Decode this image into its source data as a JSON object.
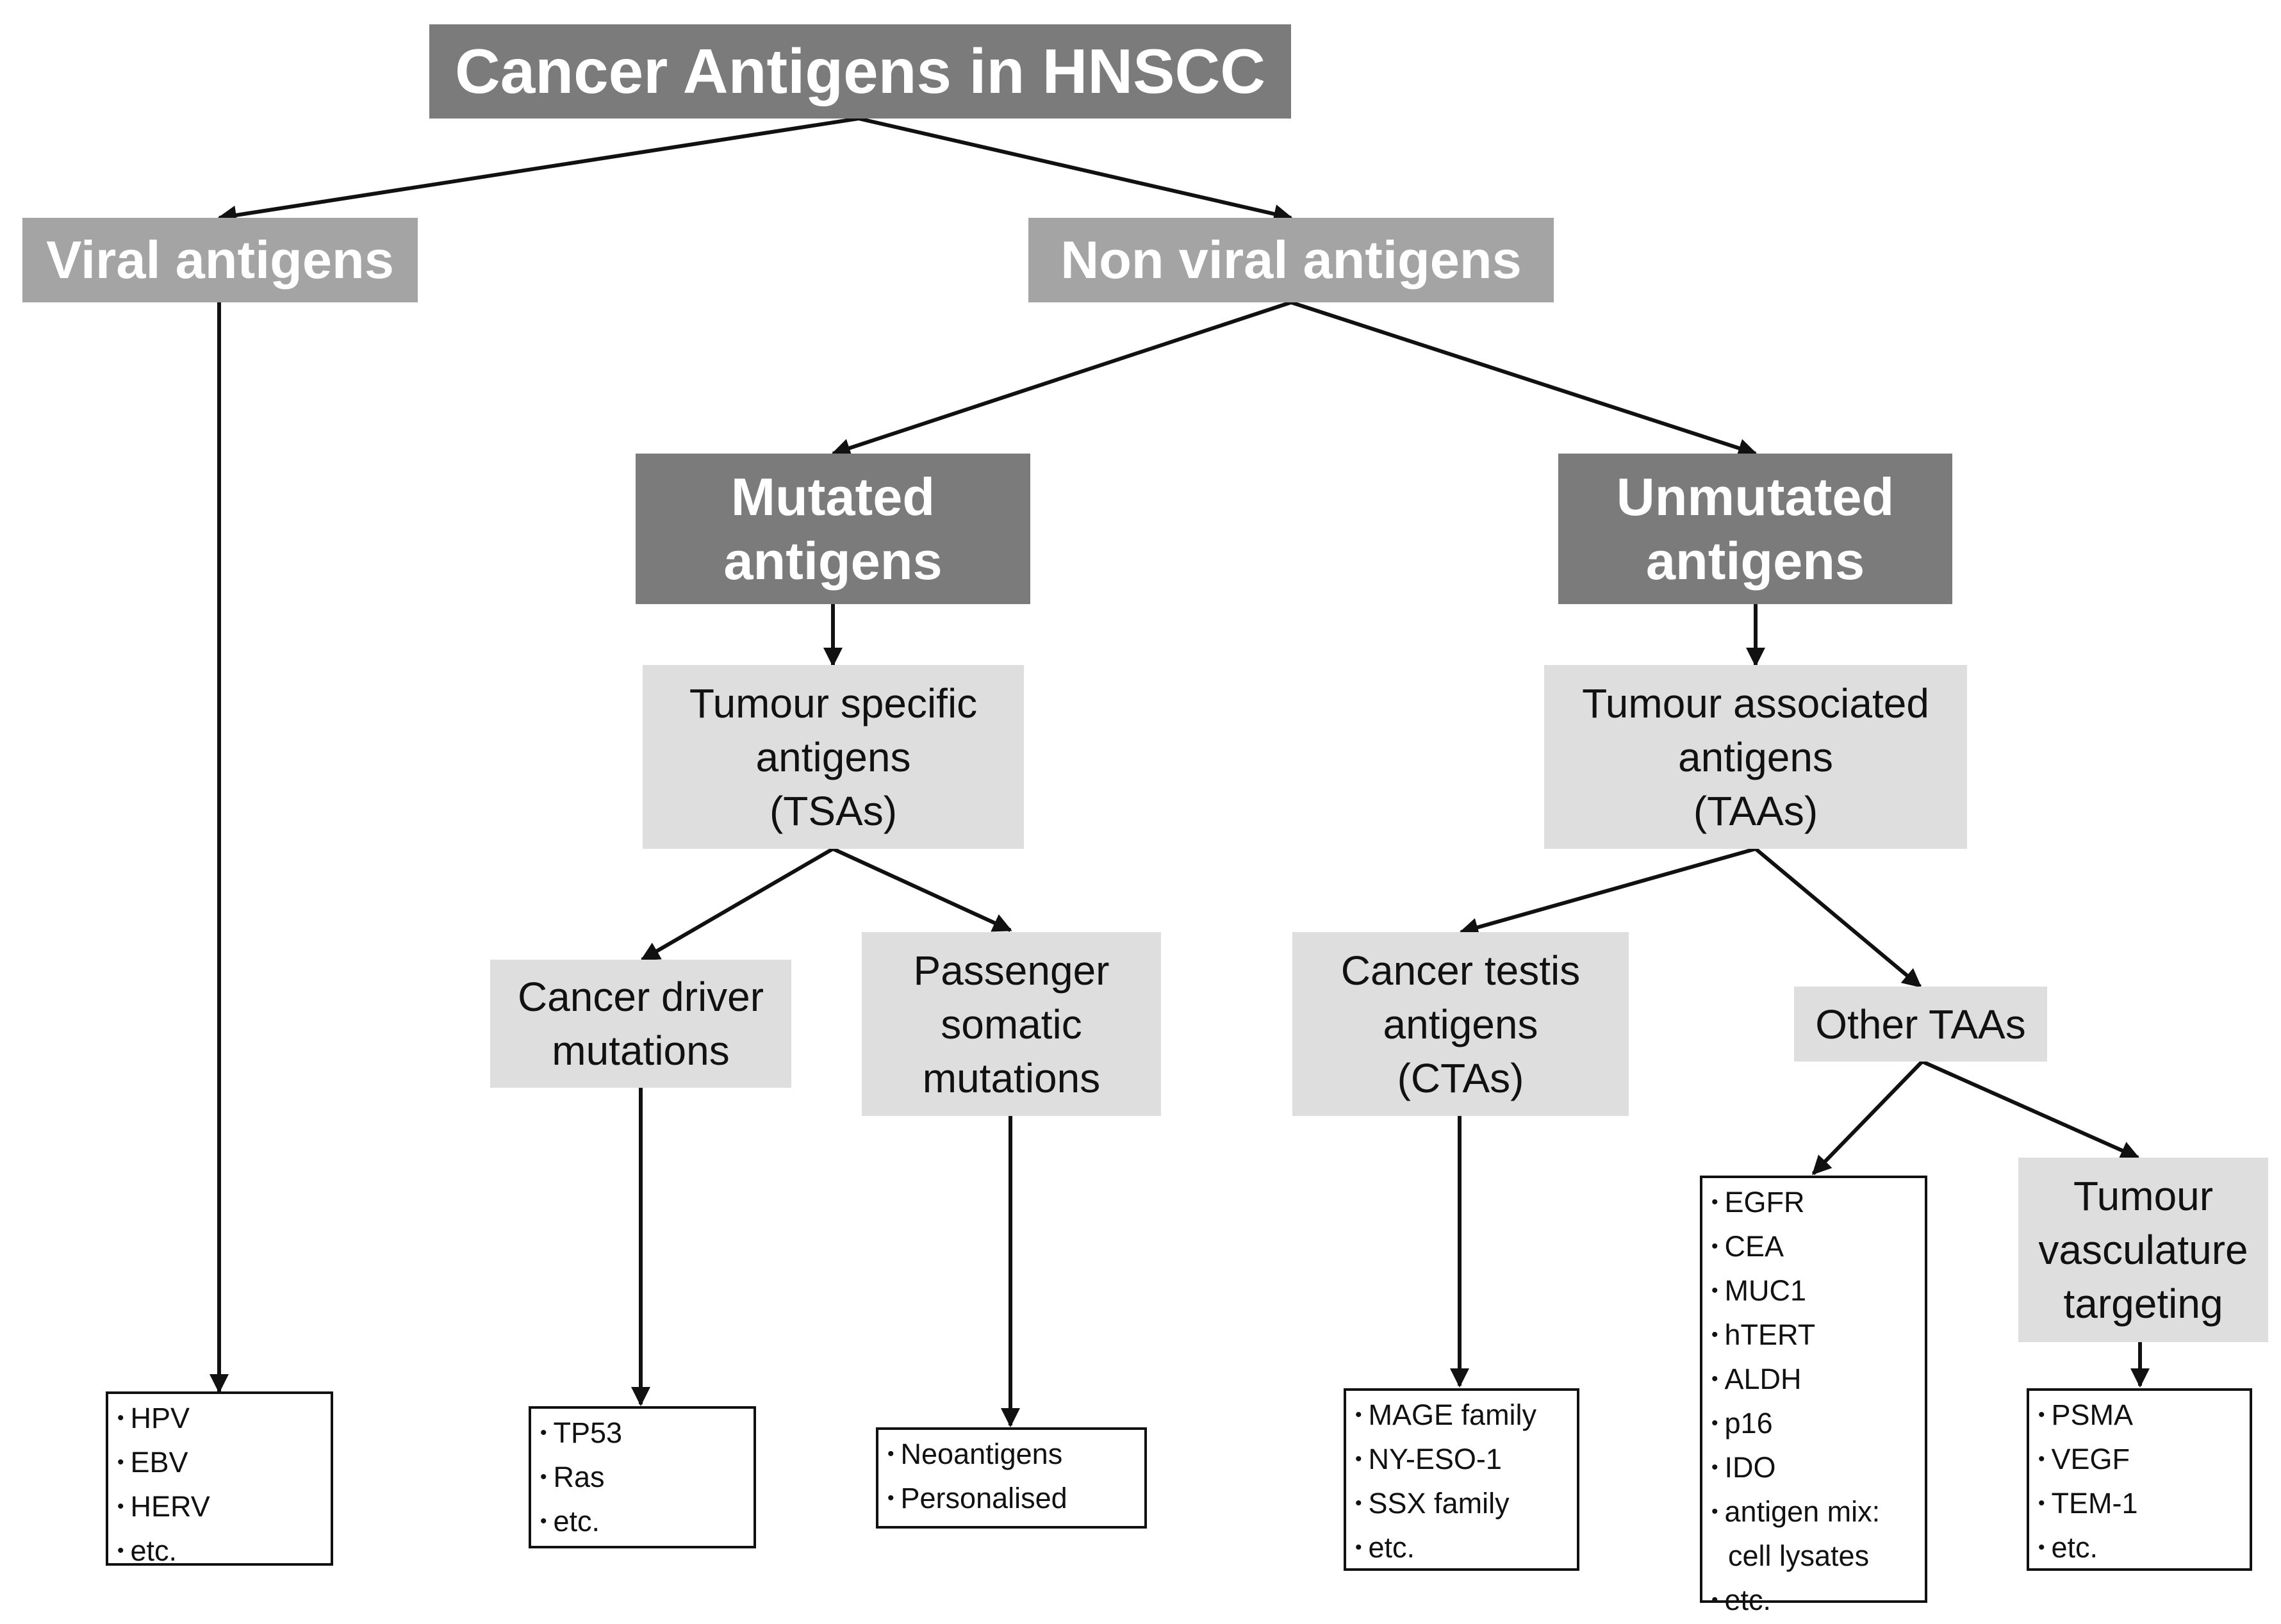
{
  "diagram": {
    "title": "Cancer Antigens in HNSCC",
    "level1": {
      "viral": "Viral antigens",
      "non_viral": "Non viral antigens"
    },
    "level2": {
      "mutated": [
        "Mutated",
        "antigens"
      ],
      "unmutated": [
        "Unmutated",
        "antigens"
      ]
    },
    "level3": {
      "tsa": [
        "Tumour specific",
        "antigens",
        "(TSAs)"
      ],
      "taa": [
        "Tumour associated",
        "antigens",
        "(TAAs)"
      ]
    },
    "level4": {
      "driver": [
        "Cancer driver",
        "mutations"
      ],
      "passenger": [
        "Passenger",
        "somatic",
        "mutations"
      ],
      "cta": [
        "Cancer testis",
        "antigens",
        "(CTAs)"
      ],
      "other": [
        "Other TAAs"
      ],
      "vasculature": [
        "Tumour",
        "vasculature",
        "targeting"
      ]
    },
    "lists": {
      "viral": [
        "HPV",
        "EBV",
        "HERV",
        "etc."
      ],
      "driver": [
        "TP53",
        "Ras",
        "etc."
      ],
      "passenger": [
        "Neoantigens",
        "Personalised"
      ],
      "cta": [
        "MAGE family",
        "NY-ESO-1",
        "SSX family",
        "etc."
      ],
      "other": [
        "EGFR",
        "CEA",
        "MUC1",
        "hTERT",
        "ALDH",
        "p16",
        "IDO",
        "antigen mix:",
        "cell lysates",
        "etc."
      ],
      "vasculature": [
        "PSMA",
        "VEGF",
        "TEM-1",
        "etc."
      ]
    }
  }
}
